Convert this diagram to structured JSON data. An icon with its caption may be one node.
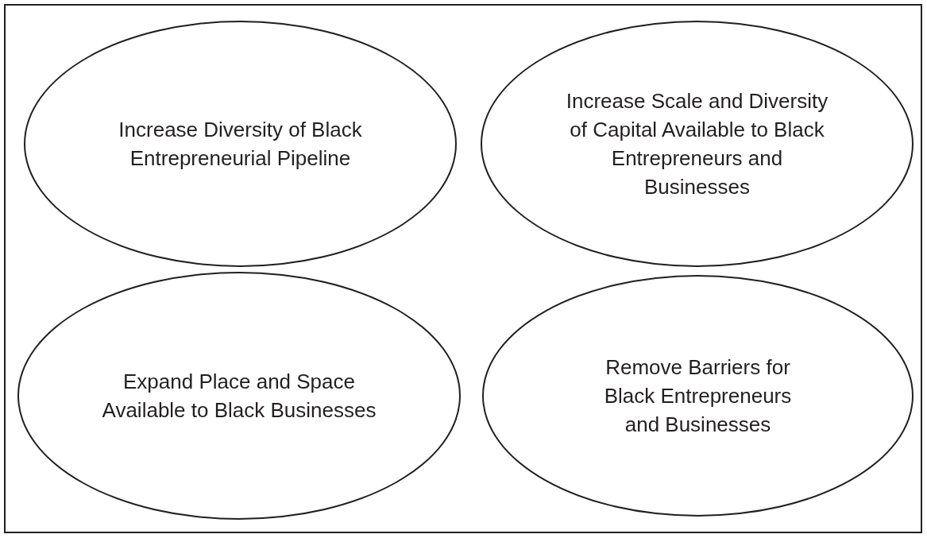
{
  "diagram": {
    "nodes": [
      {
        "text": [
          "Increase Diversity of Black Entrepreneurial Pipeline"
        ]
      },
      {
        "text": [
          "Increase Scale and Diversity of Capital Available to Black Entrepreneurs and Businesses"
        ]
      },
      {
        "text": [
          "Expand Place and Space Available to Black Businesses"
        ]
      },
      {
        "text": [
          "Remove Barriers for Black Entrepreneurs and Businesses"
        ]
      }
    ]
  }
}
